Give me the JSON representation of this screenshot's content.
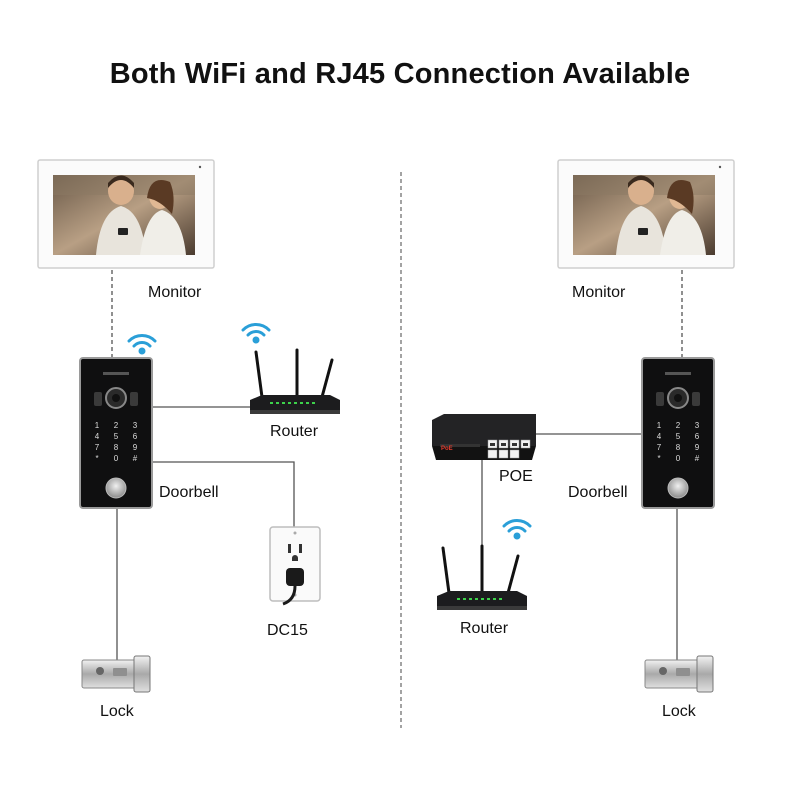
{
  "title": "Both WiFi and RJ45 Connection Available",
  "left": {
    "monitor_label": "Monitor",
    "doorbell_label": "Doorbell",
    "router_label": "Router",
    "power_label": "DC15",
    "lock_label": "Lock"
  },
  "right": {
    "monitor_label": "Monitor",
    "poe_label": "POE",
    "doorbell_label": "Doorbell",
    "router_label": "Router",
    "lock_label": "Lock"
  },
  "poe_badge": "PoE",
  "keypad_keys": [
    "1",
    "2",
    "3",
    "4",
    "5",
    "6",
    "7",
    "8",
    "9",
    "*",
    "0",
    "#"
  ],
  "colors": {
    "wifi": "#2a9fd8",
    "line": "#555555",
    "device_black": "#0f0f10",
    "title": "#111111"
  }
}
